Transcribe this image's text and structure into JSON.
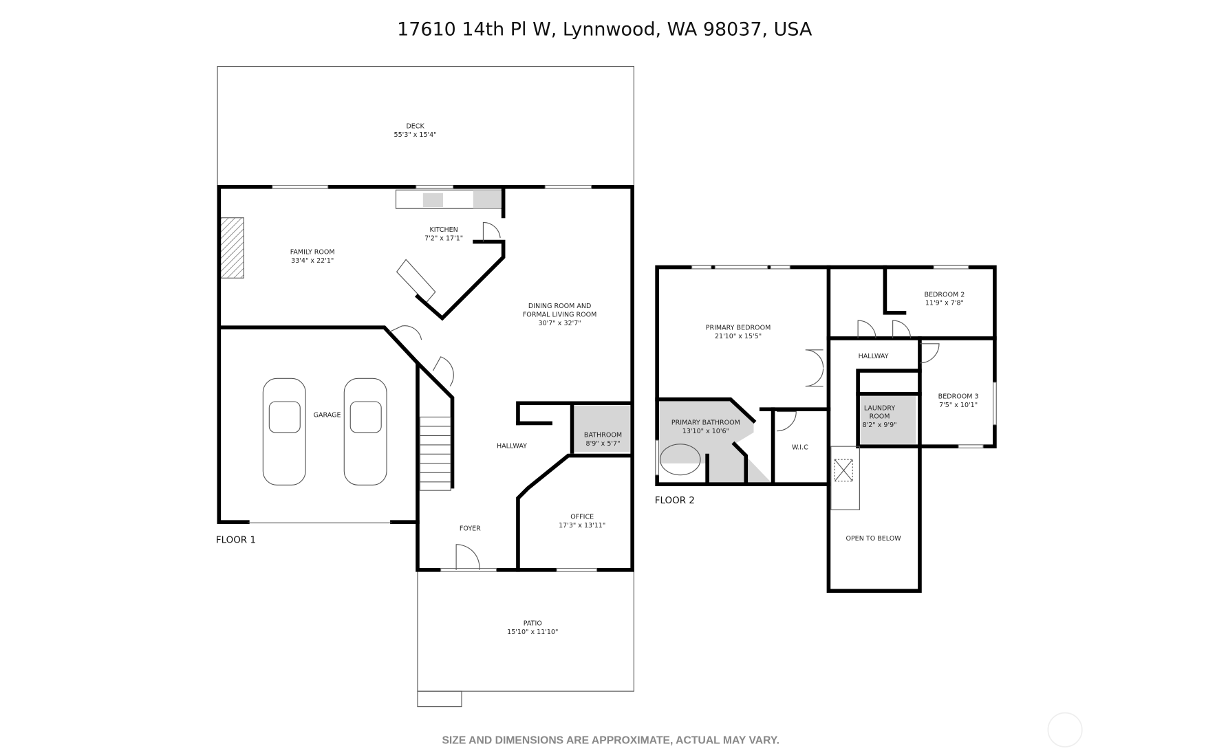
{
  "title": "17610 14th Pl W, Lynnwood, WA 98037, USA",
  "disclaimer": "SIZE AND DIMENSIONS ARE APPROXIMATE, ACTUAL MAY VARY.",
  "floor1": {
    "label": "FLOOR 1",
    "rooms": {
      "deck": {
        "name": "DECK",
        "dims": "55'3\" x 15'4\""
      },
      "kitchen": {
        "name": "KITCHEN",
        "dims": "7'2\" x 17'1\""
      },
      "family": {
        "name": "FAMILY ROOM",
        "dims": "33'4\" x 22'1\""
      },
      "dining": {
        "name1": "DINING ROOM AND",
        "name2": "FORMAL LIVING ROOM",
        "dims": "30'7\" x 32'7\""
      },
      "garage": {
        "name": "GARAGE"
      },
      "hallway": {
        "name": "HALLWAY"
      },
      "bathroom": {
        "name": "BATHROOM",
        "dims": "8'9\" x 5'7\""
      },
      "office": {
        "name": "OFFICE",
        "dims": "17'3\" x 13'11\""
      },
      "foyer": {
        "name": "FOYER"
      },
      "patio": {
        "name": "PATIO",
        "dims": "15'10\" x 11'10\""
      }
    }
  },
  "floor2": {
    "label": "FLOOR 2",
    "rooms": {
      "primary_bedroom": {
        "name": "PRIMARY BEDROOM",
        "dims": "21'10\" x 15'5\""
      },
      "bedroom2": {
        "name": "BEDROOM 2",
        "dims": "11'9\" x 7'8\""
      },
      "hallway": {
        "name": "HALLWAY"
      },
      "bedroom3": {
        "name": "BEDROOM 3",
        "dims": "7'5\" x 10'1\""
      },
      "laundry": {
        "name1": "LAUNDRY",
        "name2": "ROOM",
        "dims": "8'2\" x 9'9\""
      },
      "primary_bathroom": {
        "name": "PRIMARY BATHROOM",
        "dims": "13'10\" x 10'6\""
      },
      "wic": {
        "name": "W.I.C"
      },
      "open": {
        "name": "OPEN TO BELOW"
      }
    }
  }
}
